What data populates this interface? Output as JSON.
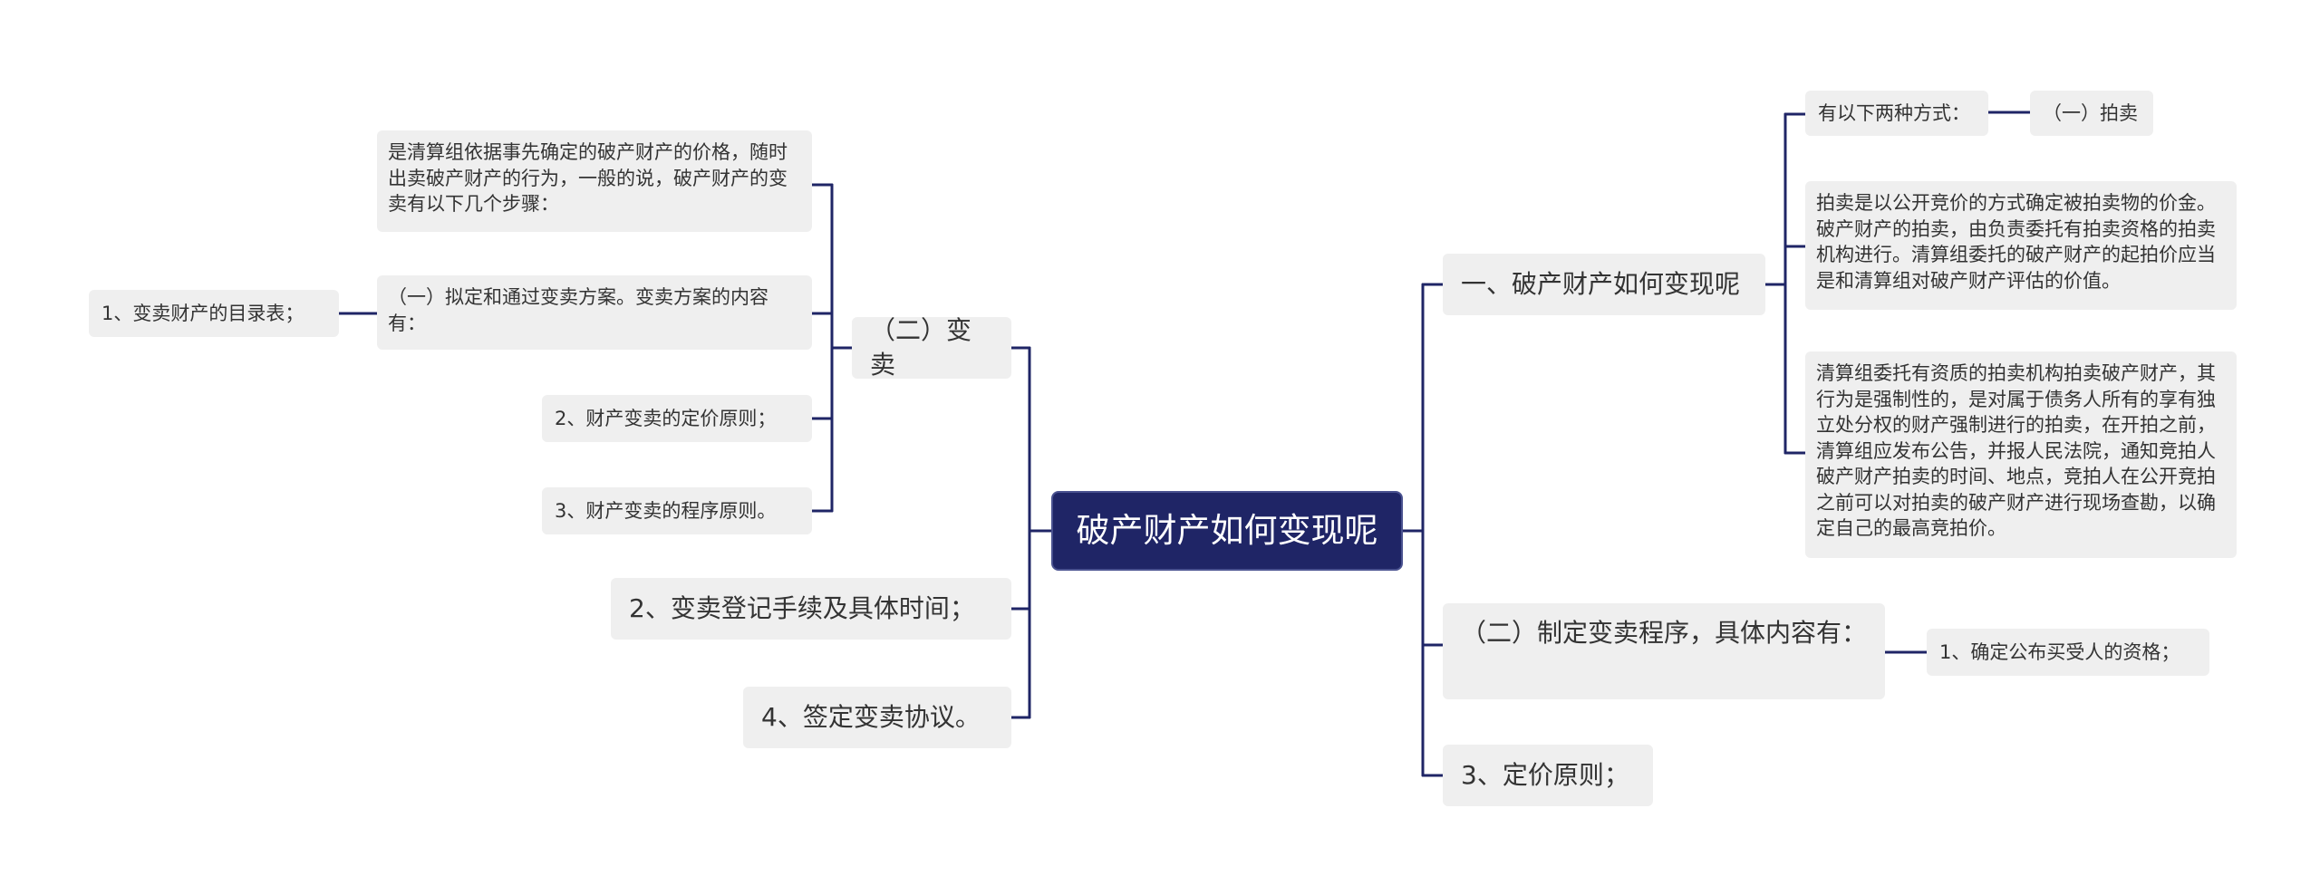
{
  "colors": {
    "line": "#1f2566",
    "root_bg": "#1f2566",
    "node_bg": "#efefef",
    "text": "#333333"
  },
  "root": {
    "label": "破产财产如何变现呢"
  },
  "right": {
    "branch1": {
      "label": "一、破产财产如何变现呢",
      "method_label": "有以下两种方式：",
      "auction_label": "（一）拍卖",
      "auction_desc": "拍卖是以公开竞价的方式确定被拍卖物的价金。破产财产的拍卖，由负责委托有拍卖资格的拍卖机构进行。清算组委托的破产财产的起拍价应当是和清算组对破产财产评估的价值。",
      "auction_detail": "清算组委托有资质的拍卖机构拍卖破产财产，其行为是强制性的，是对属于债务人所有的享有独立处分权的财产强制进行的拍卖，在开拍之前，清算组应发布公告，并报人民法院，通知竞拍人破产财产拍卖的时间、地点，竞拍人在公开竞拍之前可以对拍卖的破产财产进行现场查勘，以确定自己的最高竞拍价。"
    },
    "branch2": {
      "label": "（二）制定变卖程序，具体内容有：",
      "child": "1、确定公布买受人的资格；"
    },
    "branch3": {
      "label": "3、定价原则；"
    }
  },
  "left": {
    "branch1": {
      "label": "（二）变卖",
      "intro": "是清算组依据事先确定的破产财产的价格，随时出卖破产财产的行为，一般的说，破产财产的变卖有以下几个步骤：",
      "step1": "（一）拟定和通过变卖方案。变卖方案的内容有：",
      "step1_child": "1、变卖财产的目录表；",
      "step2": "2、财产变卖的定价原则；",
      "step3": "3、财产变卖的程序原则。"
    },
    "branch2": {
      "label": "2、变卖登记手续及具体时间；"
    },
    "branch3": {
      "label": "4、签定变卖协议。"
    }
  }
}
